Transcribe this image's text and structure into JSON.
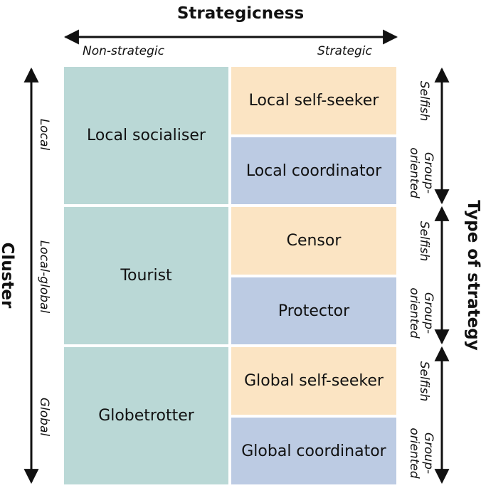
{
  "top_axis": {
    "title": "Strategicness",
    "left_label": "Non-strategic",
    "right_label": "Strategic"
  },
  "left_axis": {
    "title": "Cluster",
    "labels": [
      "Local",
      "Local-global",
      "Global"
    ]
  },
  "right_axis": {
    "title": "Type of strategy",
    "selfish_label": "Selfish",
    "group_label_line1": "Group-",
    "group_label_line2": "oriented"
  },
  "rows": [
    {
      "non_strategic": "Local socialiser",
      "selfish": "Local self-seeker",
      "group_oriented": "Local coordinator"
    },
    {
      "non_strategic": "Tourist",
      "selfish": "Censor",
      "group_oriented": "Protector"
    },
    {
      "non_strategic": "Globetrotter",
      "selfish": "Global self-seeker",
      "group_oriented": "Global coordinator"
    }
  ],
  "colors": {
    "non_strategic": "#bad8d6",
    "selfish": "#fbe4c3",
    "group_oriented": "#bccbe3"
  }
}
